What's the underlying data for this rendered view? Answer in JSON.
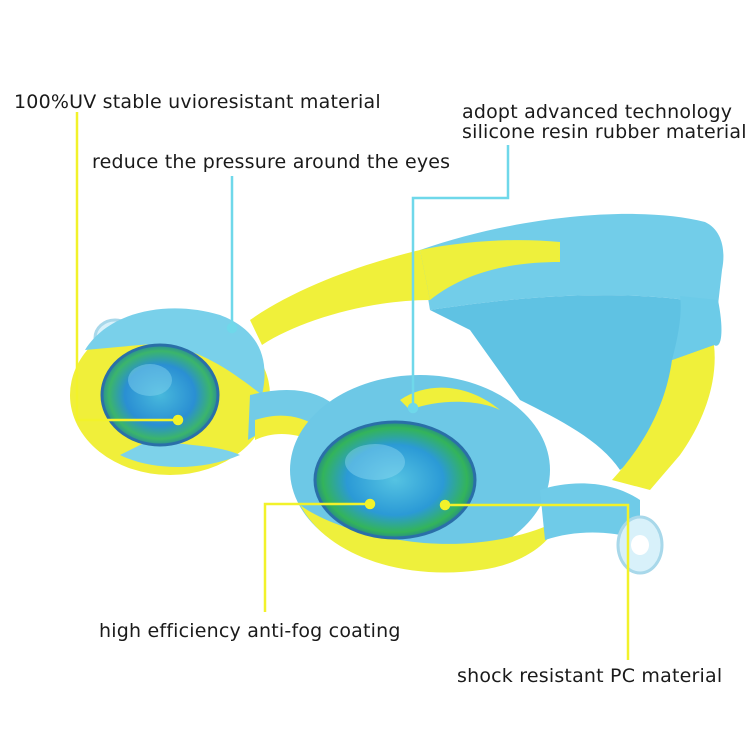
{
  "features": {
    "uv": "100%UV stable uvioresistant material",
    "pressure": "reduce the pressure around the eyes",
    "technology_line1": "adopt advanced technology",
    "technology_line2": "silicone resin rubber material",
    "antifog": "high efficiency anti-fog coating",
    "shock": "shock resistant PC material"
  },
  "colors": {
    "yellow_callout": "#f2f22a",
    "cyan_callout": "#6fd8ea",
    "strap_cyan": "#6ccbe8",
    "strap_yellow": "#f0f03a",
    "lens_blue": "#1c8fd6",
    "lens_green": "#5ec86a"
  }
}
